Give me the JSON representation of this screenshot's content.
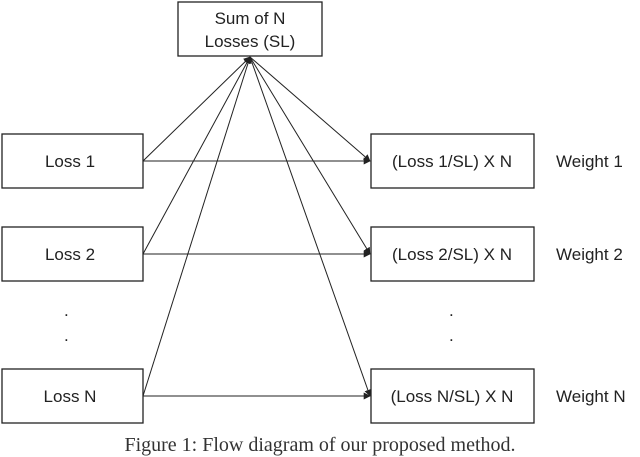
{
  "sum_box": {
    "line1": "Sum of N",
    "line2": "Losses (SL)"
  },
  "losses": [
    {
      "label": "Loss 1",
      "normalized": "(Loss 1/SL) X N",
      "weight": "Weight 1"
    },
    {
      "label": "Loss 2",
      "normalized": "(Loss 2/SL) X N",
      "weight": "Weight 2"
    },
    {
      "label": "Loss N",
      "normalized": "(Loss N/SL) X N",
      "weight": "Weight N"
    }
  ],
  "ellipsis_left": ".",
  "ellipsis_right": ".",
  "caption": "Figure 1: Flow diagram of our proposed method."
}
